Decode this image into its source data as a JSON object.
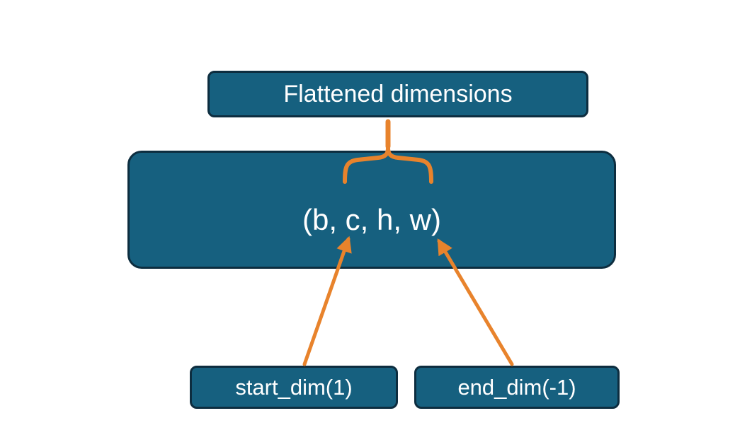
{
  "diagram": {
    "title_box": {
      "label": "Flattened dimensions"
    },
    "tensor_box": {
      "label": "(b, c, h, w)"
    },
    "start_box": {
      "label": "start_dim(1)"
    },
    "end_box": {
      "label": "end_dim(-1)"
    }
  },
  "icons": {
    "brace": "curly-brace-up",
    "start_arrow": "arrow-up-right",
    "end_arrow": "arrow-up-left"
  },
  "colors": {
    "box_fill": "#16607f",
    "box_border": "#0d2d3f",
    "accent_orange": "#e8832c",
    "text_color": "#ffffff",
    "background": "#ffffff"
  }
}
